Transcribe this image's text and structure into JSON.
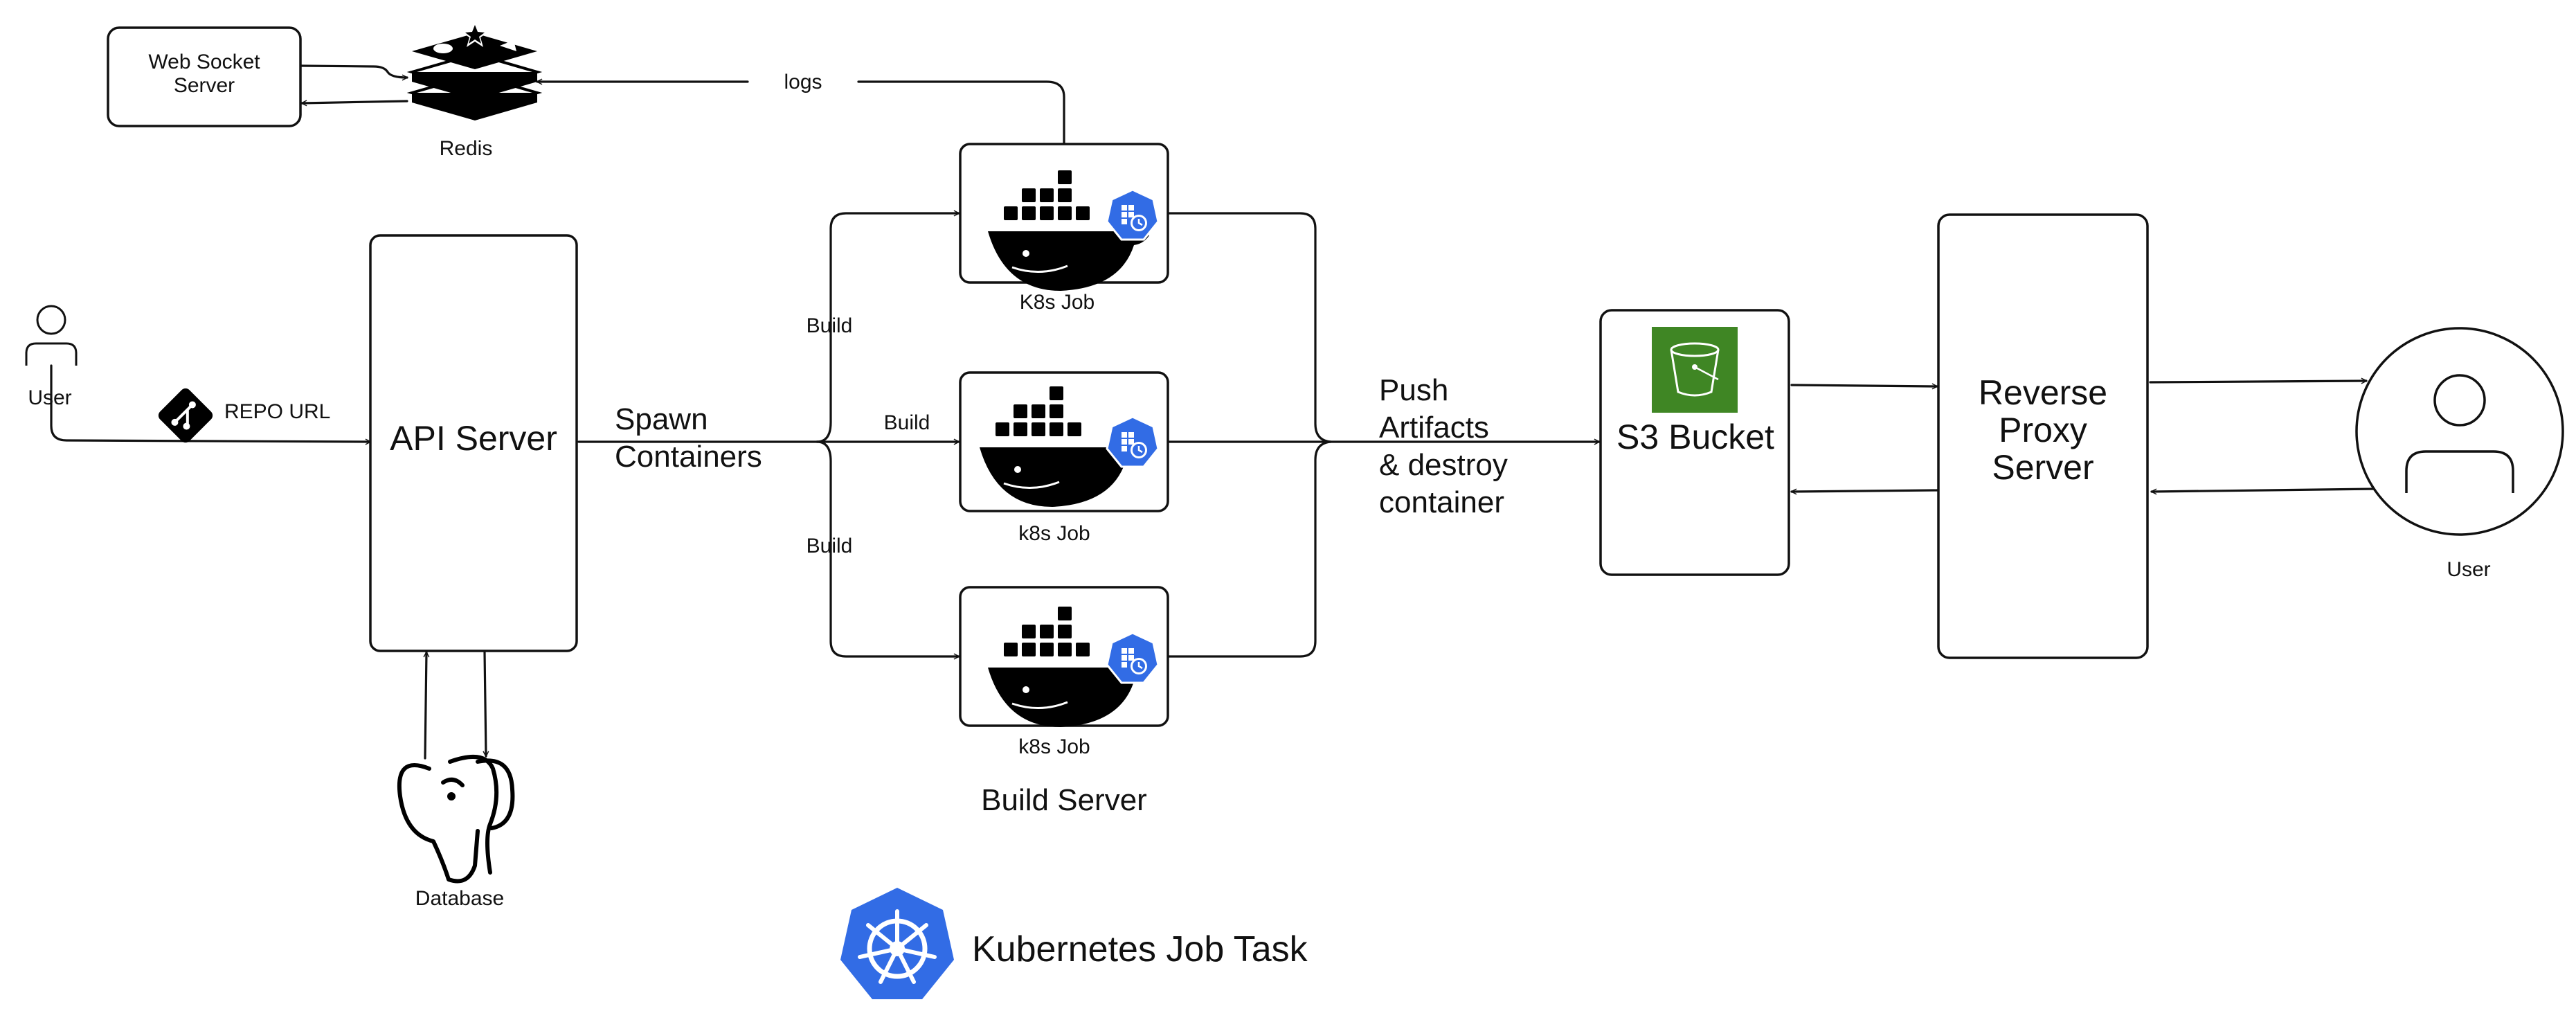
{
  "nodes": {
    "ws_server": [
      "Web Socket",
      "Server"
    ],
    "redis": "Redis",
    "user_left": "User",
    "api_server": "API Server",
    "database": "Database",
    "job_top": "K8s Job",
    "job_mid": "k8s Job",
    "job_bottom": "k8s Job",
    "build_server": "Build Server",
    "s3_bucket": "S3 Bucket",
    "reverse_proxy": [
      "Reverse",
      "Proxy",
      "Server"
    ],
    "user_right": "User",
    "legend_k8s": "Kubernetes Job Task"
  },
  "edges": {
    "logs": "logs",
    "repo_url": "REPO URL",
    "spawn": [
      "Spawn",
      "Containers"
    ],
    "build_top": "Build",
    "build_mid": "Build",
    "build_bottom": "Build",
    "push": [
      "Push",
      "Artifacts",
      "& destroy",
      "container"
    ]
  },
  "colors": {
    "k8s_blue": "#326CE5",
    "s3_green": "#3F8624",
    "docker_black": "#000000"
  },
  "icons": [
    "redis-icon",
    "git-icon",
    "docker-icon",
    "k8s-cronjob-icon",
    "postgres-elephant-icon",
    "s3-bucket-icon",
    "person-icon",
    "kubernetes-helm-icon"
  ]
}
